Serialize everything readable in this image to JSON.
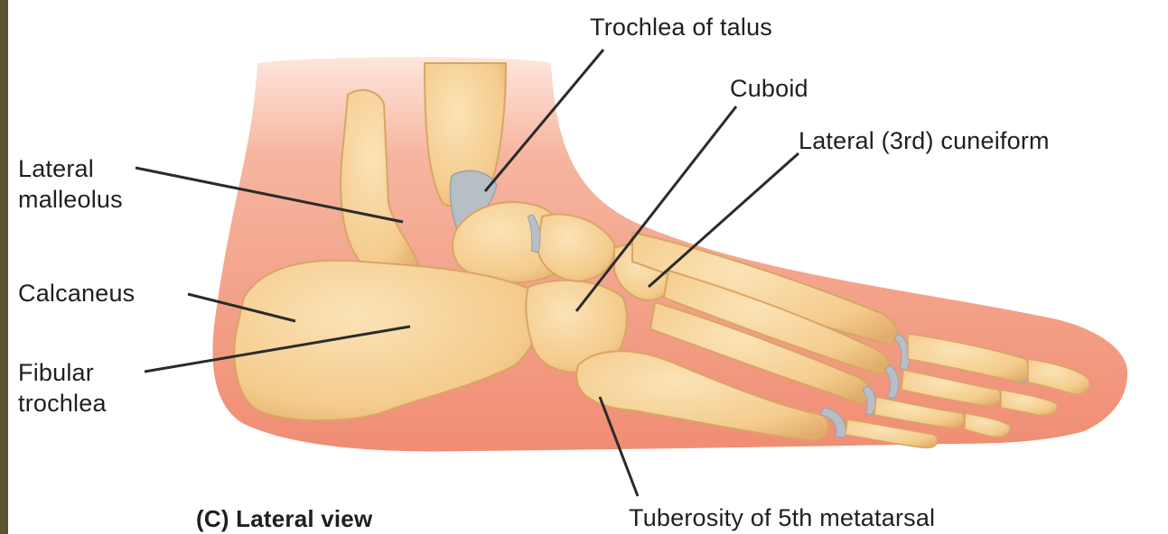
{
  "colors": {
    "left_border": "#5c5430",
    "skin": "#f39a7f",
    "skin_light": "#fbd3c3",
    "bone": "#f6d39b",
    "bone_shadow": "#d9a565",
    "cartilage": "#b7bec6",
    "leader": "#2b2b2b",
    "text": "#1f1f1f"
  },
  "labels": {
    "trochlea_of_talus": "Trochlea of talus",
    "cuboid": "Cuboid",
    "lateral_cuneiform": "Lateral (3rd) cuneiform",
    "lateral_malleolus_line1": "Lateral",
    "lateral_malleolus_line2": "malleolus",
    "calcaneus": "Calcaneus",
    "fibular_trochlea_line1": "Fibular",
    "fibular_trochlea_line2": "trochlea",
    "tuberosity_5th_metatarsal": "Tuberosity of 5th metatarsal"
  },
  "caption": "(C) Lateral view"
}
